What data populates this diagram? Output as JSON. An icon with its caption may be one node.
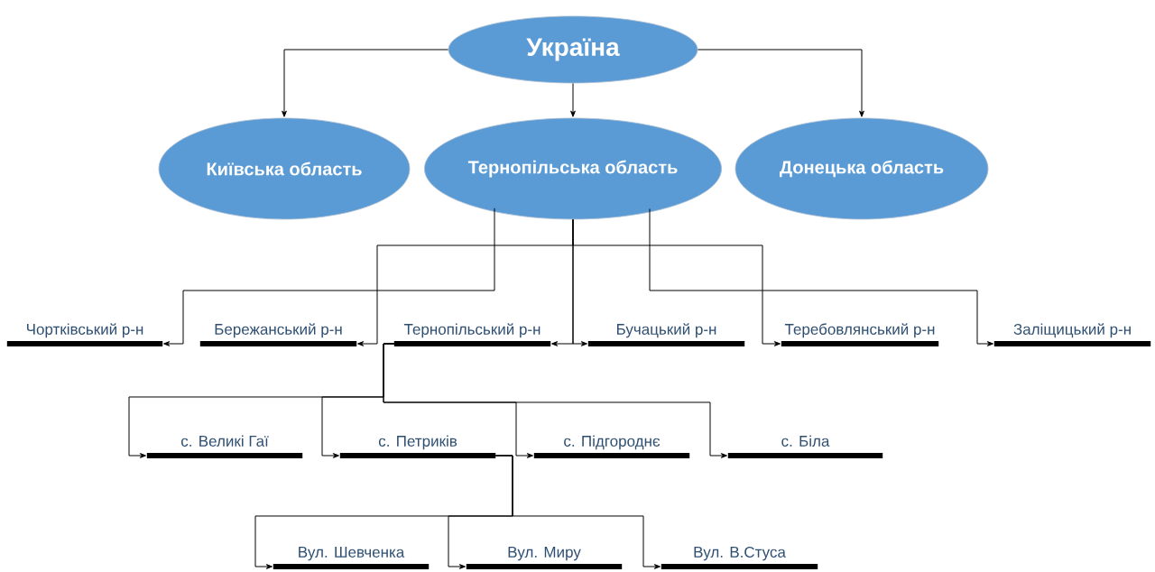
{
  "diagram": {
    "nodes": [
      {
        "text": [
          "Україна"
        ]
      },
      {
        "text": [
          "Київська область"
        ]
      },
      {
        "text": [
          "Тернопільська область"
        ]
      },
      {
        "text": [
          "Донецька область"
        ]
      },
      {
        "text": [
          "Чортківський р-н"
        ]
      },
      {
        "text": [
          "Бережанський р-н"
        ]
      },
      {
        "text": [
          "Тернопільський р-н"
        ]
      },
      {
        "text": [
          "Бучацький р-н"
        ]
      },
      {
        "text": [
          "Теребовлянський р-н"
        ]
      },
      {
        "text": [
          "Заліщицький р-н"
        ]
      },
      {
        "text": [
          "с. Великі Гаї"
        ]
      },
      {
        "text": [
          "с. Петриків"
        ]
      },
      {
        "text": [
          "с. Підгороднє"
        ]
      },
      {
        "text": [
          "с. Біла"
        ]
      },
      {
        "text": [
          "Вул. Шевченка"
        ]
      },
      {
        "text": [
          "Вул. Миру"
        ]
      },
      {
        "text": [
          "Вул. В.Стуса"
        ]
      }
    ],
    "edges": [
      {
        "from": 0,
        "to": 1,
        "arrow": "to"
      },
      {
        "from": 0,
        "to": 2,
        "arrow": "to"
      },
      {
        "from": 0,
        "to": 3,
        "arrow": "to"
      },
      {
        "from": 2,
        "to": 4,
        "arrow": "to"
      },
      {
        "from": 2,
        "to": 5,
        "arrow": "to"
      },
      {
        "from": 2,
        "to": 6,
        "arrow": "to"
      },
      {
        "from": 2,
        "to": 7,
        "arrow": "to"
      },
      {
        "from": 2,
        "to": 8,
        "arrow": "to"
      },
      {
        "from": 2,
        "to": 9,
        "arrow": "to"
      },
      {
        "from": 6,
        "to": 10,
        "arrow": "to"
      },
      {
        "from": 6,
        "to": 11,
        "arrow": "to"
      },
      {
        "from": 6,
        "to": 12,
        "arrow": "to"
      },
      {
        "from": 6,
        "to": 13,
        "arrow": "to"
      },
      {
        "from": 11,
        "to": 14,
        "arrow": "to"
      },
      {
        "from": 11,
        "to": 15,
        "arrow": "to"
      },
      {
        "from": 11,
        "to": 16,
        "arrow": "to"
      }
    ]
  }
}
